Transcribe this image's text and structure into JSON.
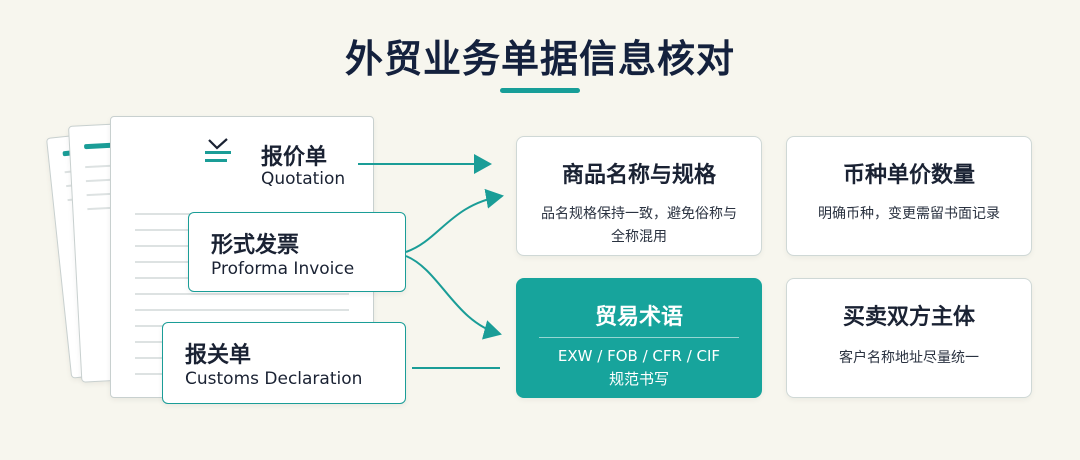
{
  "title": "外贸业务单据信息核对",
  "documents": {
    "quotation": {
      "cn": "报价单",
      "en": "Quotation"
    },
    "proforma": {
      "cn": "形式发票",
      "en": "Proforma Invoice"
    },
    "customs": {
      "cn": "报关单",
      "en": "Customs Declaration"
    }
  },
  "checks": [
    {
      "title": "商品名称与规格",
      "desc": "品名规格保持一致，避免俗称与全称混用"
    },
    {
      "title": "币种单价数量",
      "desc": "明确币种，变更需留书面记录"
    },
    {
      "title": "贸易术语",
      "desc_line1": "EXW / FOB / CFR / CIF",
      "desc_line2": "规范书写"
    },
    {
      "title": "买卖双方主体",
      "desc": "客户名称地址尽量统一"
    }
  ],
  "colors": {
    "accent": "#17a49c",
    "title": "#14213d",
    "background": "#f7f6ee"
  }
}
